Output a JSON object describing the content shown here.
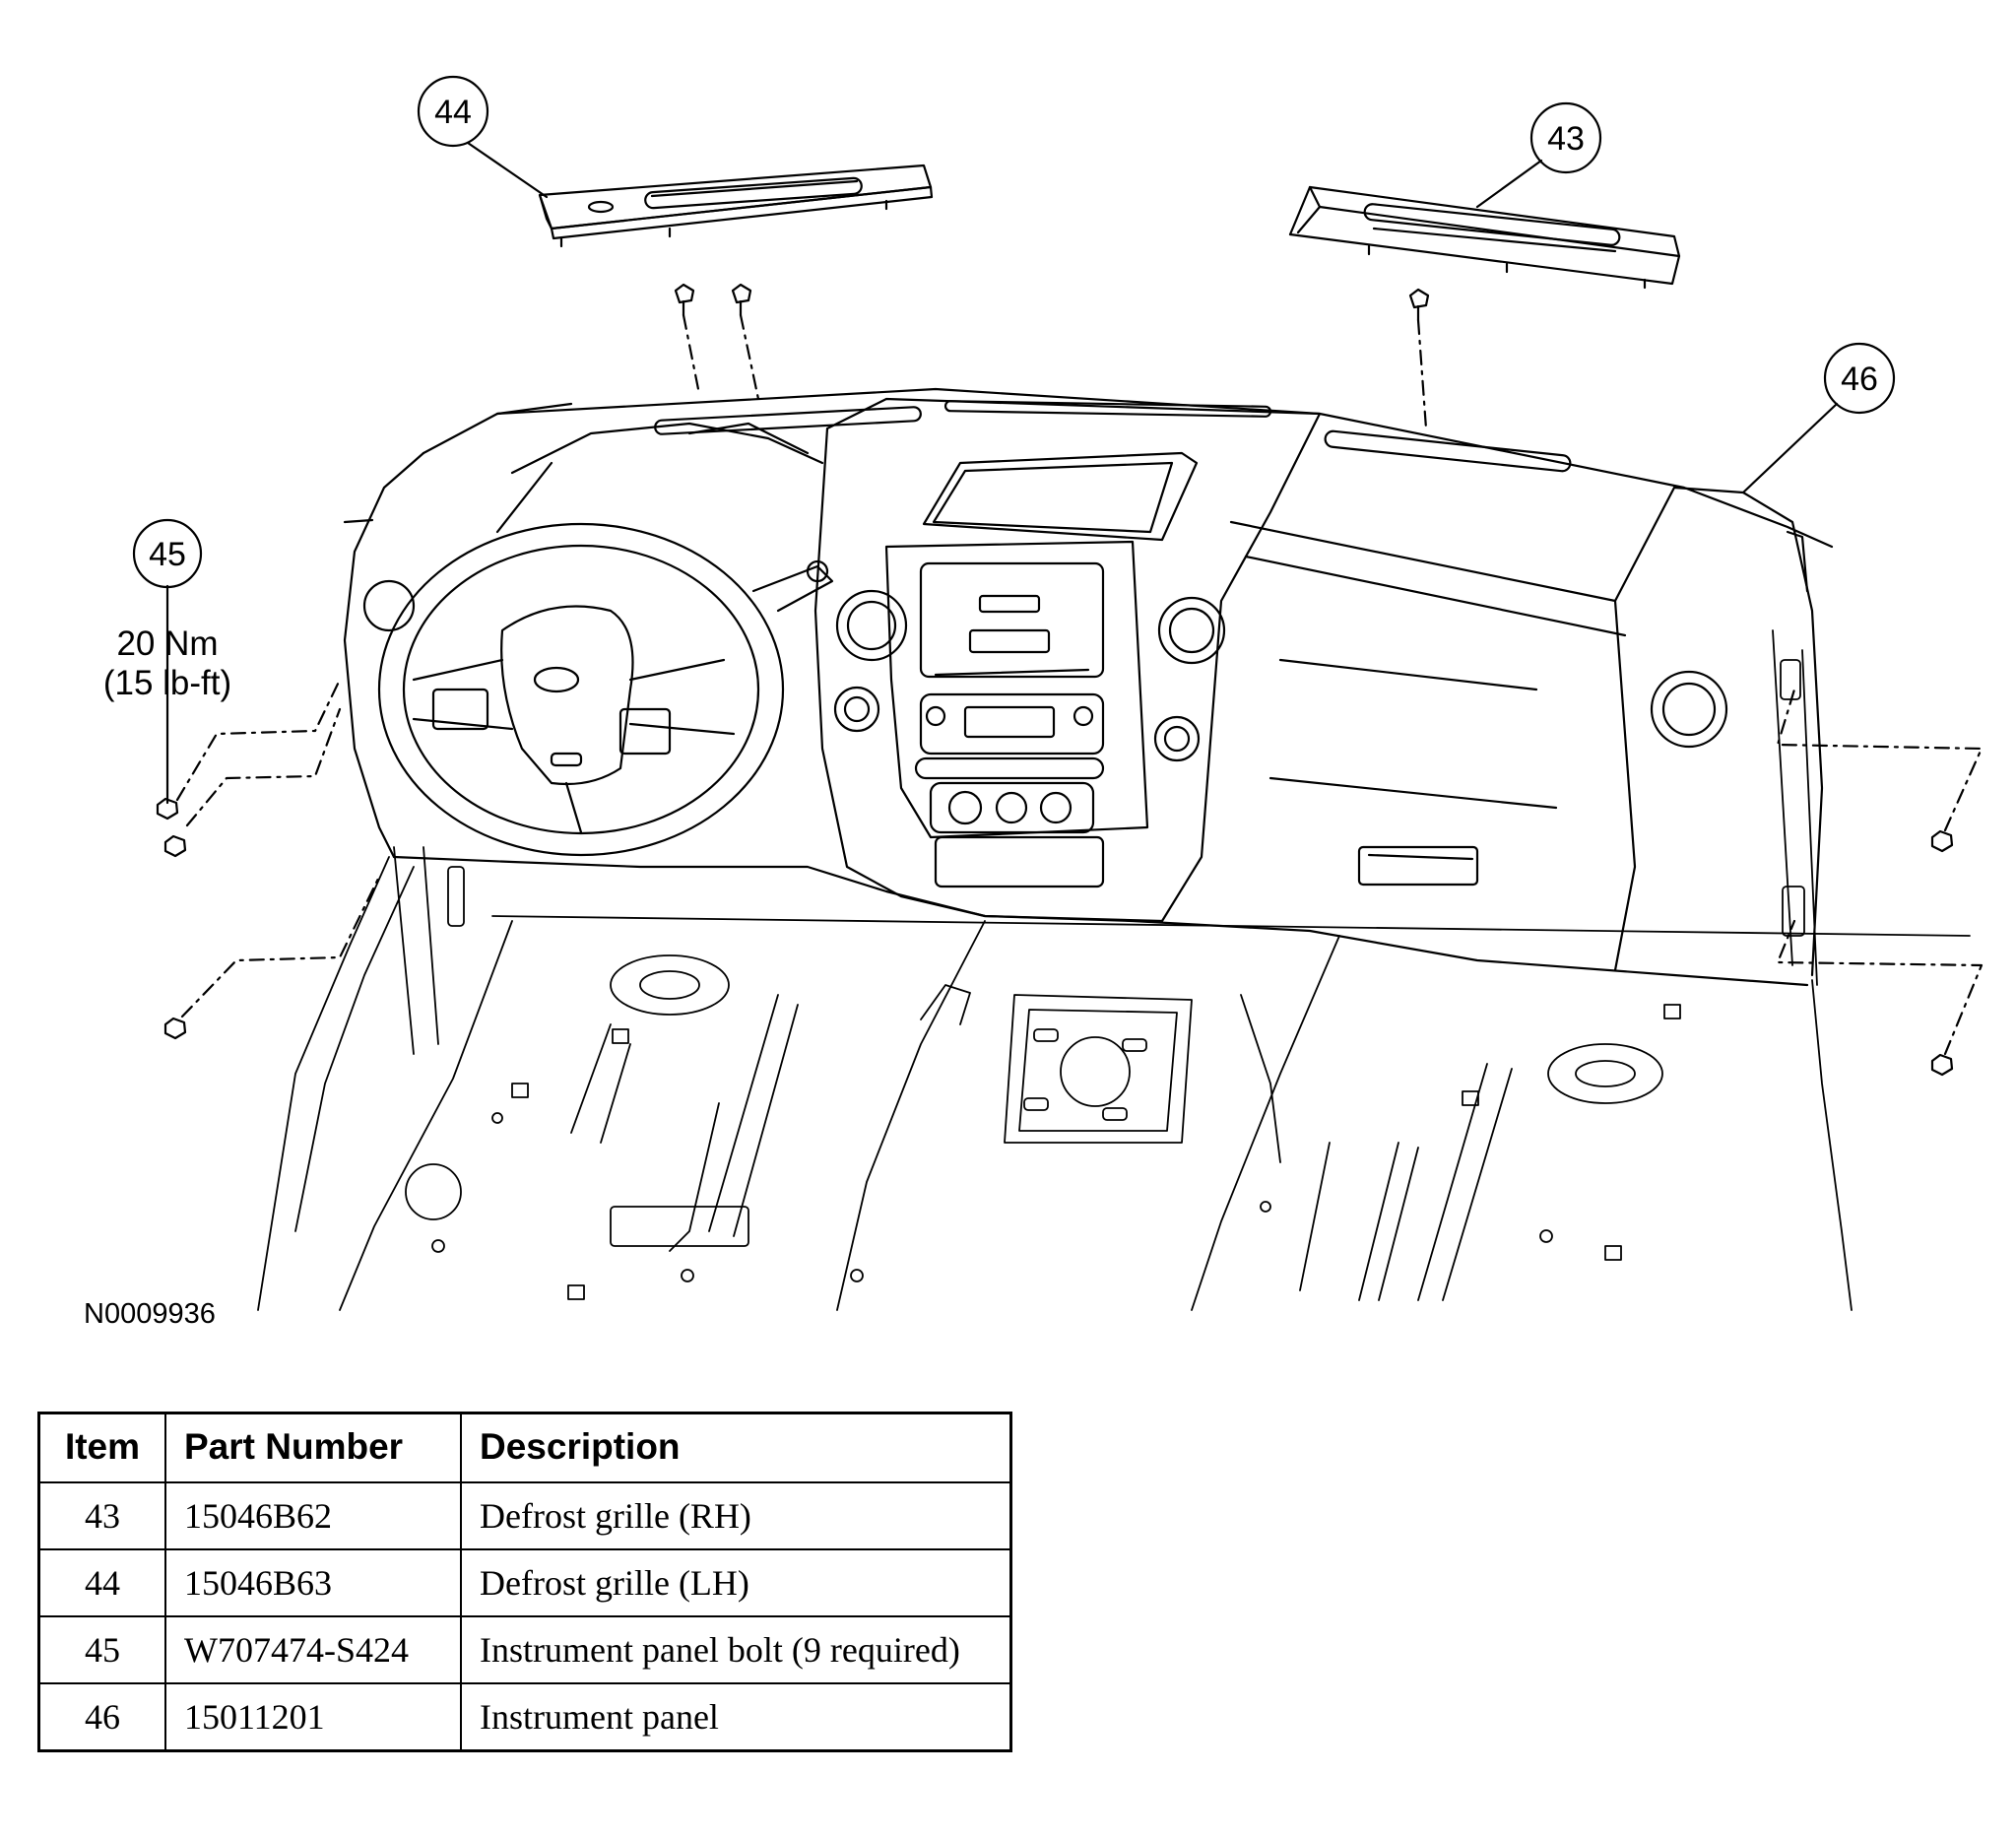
{
  "callouts": {
    "c43": "43",
    "c44": "44",
    "c45": "45",
    "c46": "46"
  },
  "torque": {
    "metric": "20 Nm",
    "imperial": "(15 lb-ft)"
  },
  "figure_id": "N0009936",
  "table": {
    "headers": [
      "Item",
      "Part Number",
      "Description"
    ],
    "rows": [
      {
        "item": "43",
        "part_number": "15046B62",
        "description": "Defrost grille (RH)"
      },
      {
        "item": "44",
        "part_number": "15046B63",
        "description": "Defrost grille (LH)"
      },
      {
        "item": "45",
        "part_number": "W707474-S424",
        "description": "Instrument panel bolt (9 required)"
      },
      {
        "item": "46",
        "part_number": "15011201",
        "description": "Instrument panel"
      }
    ]
  }
}
